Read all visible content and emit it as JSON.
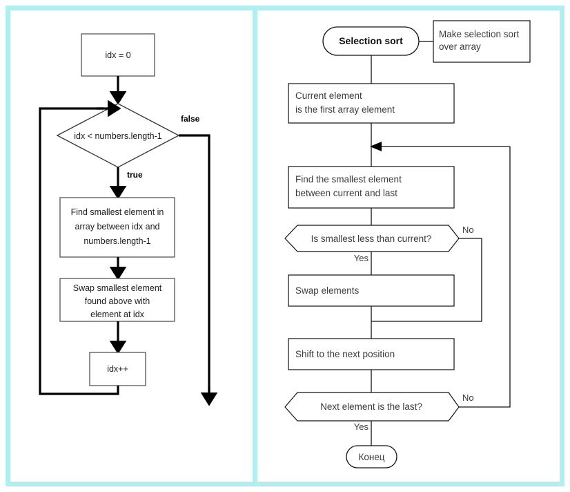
{
  "figure": {
    "title_hidden": "",
    "frame_color": "#b2eef0",
    "panels": 2
  },
  "diagram_data": {
    "type": "flowchart",
    "panel_count": 2,
    "left_flowchart": {
      "style": "thick-stroke classic flowchart",
      "nodes": [
        {
          "id": "init",
          "shape": "process",
          "text": "idx = 0"
        },
        {
          "id": "cond",
          "shape": "decision",
          "text": "idx < numbers.length-1"
        },
        {
          "id": "find",
          "shape": "process",
          "text": "Find smallest element in\narray between idx and\nnumbers.length-1"
        },
        {
          "id": "swap",
          "shape": "process",
          "text": "Swap smallest element\nfound above with\nelement at idx"
        },
        {
          "id": "inc",
          "shape": "process",
          "text": "idx++"
        }
      ],
      "edge_labels": [
        {
          "id": "edge-false",
          "text": "false"
        },
        {
          "id": "edge-true",
          "text": "true"
        }
      ],
      "edges": [
        {
          "from": "init",
          "to": "cond",
          "label": ""
        },
        {
          "from": "cond",
          "to": "find",
          "label": "true"
        },
        {
          "from": "cond",
          "to": "exit",
          "label": "false"
        },
        {
          "from": "find",
          "to": "swap",
          "label": ""
        },
        {
          "from": "swap",
          "to": "inc",
          "label": ""
        },
        {
          "from": "inc",
          "to": "cond",
          "label": ""
        }
      ]
    },
    "right_flowchart": {
      "style": "thin-stroke flowchart with comment annotation",
      "nodes": [
        {
          "id": "start",
          "shape": "terminator",
          "text": "Selection sort"
        },
        {
          "id": "comment",
          "shape": "note",
          "text": "Make selection sort\nover array"
        },
        {
          "id": "current",
          "shape": "process",
          "text": "Current element\nis the first array element"
        },
        {
          "id": "findsmall",
          "shape": "process",
          "text": "Find the smallest element\nbetween current and last"
        },
        {
          "id": "isless",
          "shape": "decision-hex",
          "text": "Is smallest less than current?"
        },
        {
          "id": "swapel",
          "shape": "process",
          "text": "Swap elements"
        },
        {
          "id": "shift",
          "shape": "process",
          "text": "Shift to the next position"
        },
        {
          "id": "islast",
          "shape": "decision-hex",
          "text": "Next element is the last?"
        },
        {
          "id": "end",
          "shape": "terminator",
          "text": "Конец"
        }
      ],
      "edge_labels": [
        {
          "id": "isless-no",
          "text": "No"
        },
        {
          "id": "isless-yes",
          "text": "Yes"
        },
        {
          "id": "islast-no",
          "text": "No"
        },
        {
          "id": "islast-yes",
          "text": "Yes"
        }
      ],
      "edges": [
        {
          "from": "start",
          "to": "current",
          "label": ""
        },
        {
          "from": "start",
          "to": "comment",
          "label": ""
        },
        {
          "from": "current",
          "to": "findsmall",
          "label": ""
        },
        {
          "from": "findsmall",
          "to": "isless",
          "label": ""
        },
        {
          "from": "isless",
          "to": "swapel",
          "label": "Yes"
        },
        {
          "from": "isless",
          "to": "shift",
          "label": "No"
        },
        {
          "from": "swapel",
          "to": "shift",
          "label": ""
        },
        {
          "from": "shift",
          "to": "islast",
          "label": ""
        },
        {
          "from": "islast",
          "to": "end",
          "label": "Yes"
        },
        {
          "from": "islast",
          "to": "findsmall",
          "label": "No"
        }
      ]
    }
  },
  "left": {
    "init_text": "idx = 0",
    "cond_text": "idx < numbers.length-1",
    "false_label": "false",
    "true_label": "true",
    "find_line1": "Find smallest element in",
    "find_line2": "array between idx and",
    "find_line3": "numbers.length-1",
    "swap_line1": "Swap smallest element",
    "swap_line2": "found above with",
    "swap_line3": "element at idx",
    "inc_text": "idx++"
  },
  "right": {
    "start_text": "Selection sort",
    "comment_line1": "Make selection sort",
    "comment_line2": "over array",
    "current_line1": "Current element",
    "current_line2": "is the first array element",
    "findsmall_line1": "Find the smallest element",
    "findsmall_line2": "between current and last",
    "isless_text": "Is smallest less than current?",
    "isless_no": "No",
    "isless_yes": "Yes",
    "swapel_text": "Swap elements",
    "shift_text": "Shift to the next position",
    "islast_text": "Next element is the last?",
    "islast_no": "No",
    "islast_yes": "Yes",
    "end_text": "Конец"
  }
}
